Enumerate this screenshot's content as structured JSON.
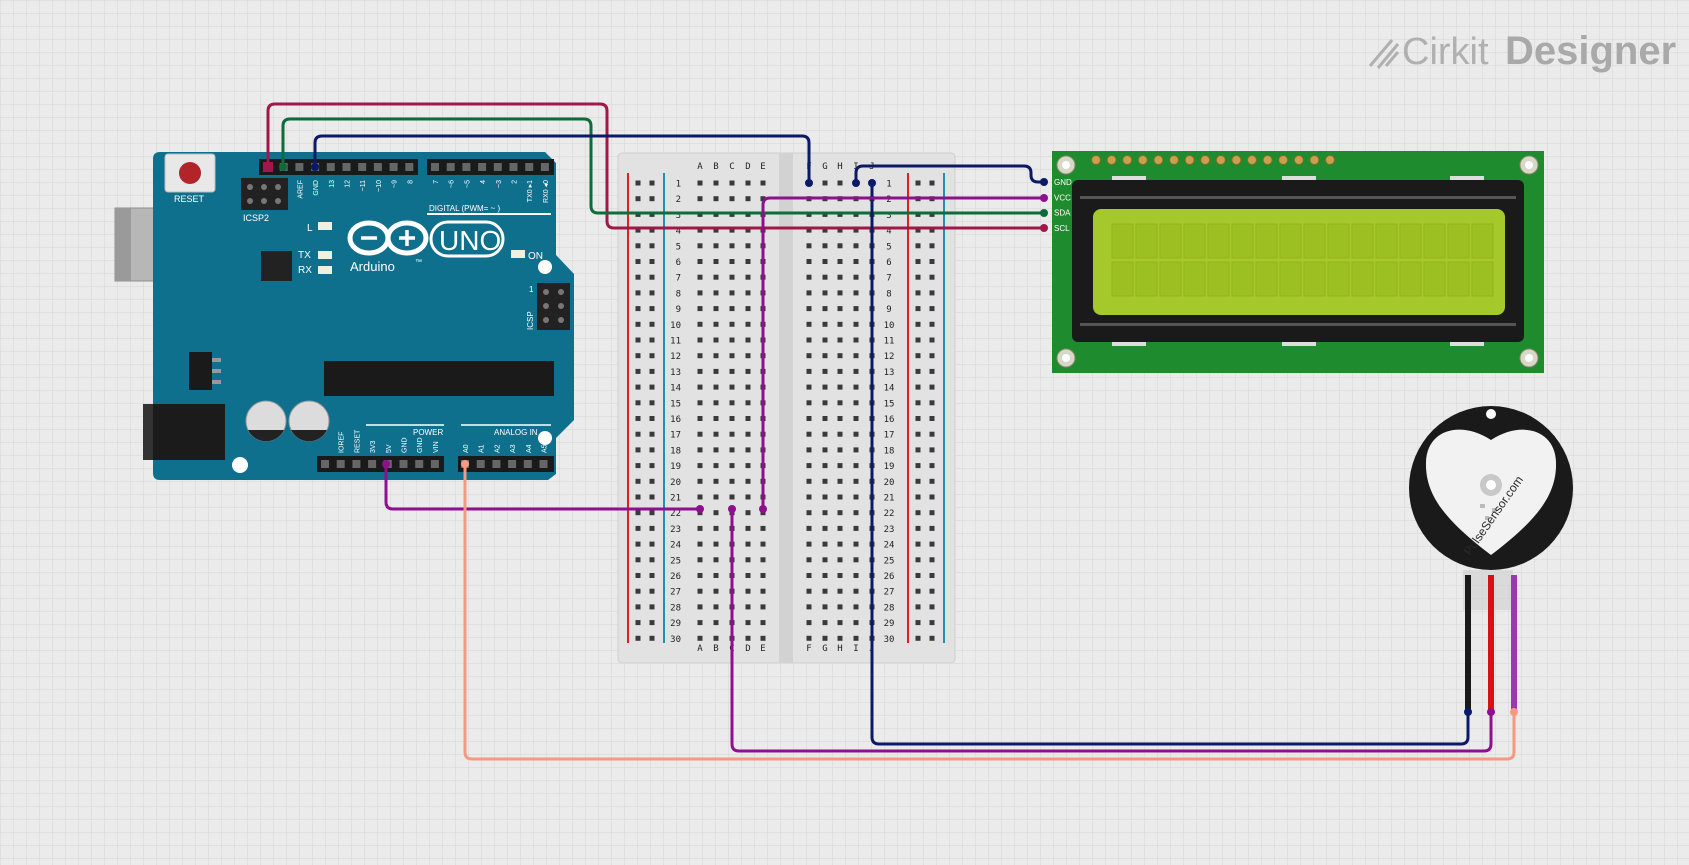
{
  "brand": {
    "name_light": "Cirkit",
    "name_bold": "Designer"
  },
  "colors": {
    "wire_red": "#a0184a",
    "wire_green": "#0e6b3a",
    "wire_navy": "#0b1a66",
    "wire_purple": "#8e108e",
    "wire_salmon": "#f59a80",
    "board_blue": "#0f708e",
    "lcd_green": "#1e8b2e",
    "lcd_screen": "#a5c82a"
  },
  "arduino": {
    "reset_label": "RESET",
    "icsp2_label": "ICSP2",
    "icsp_label": "ICSP",
    "l_label": "L",
    "tx_label": "TX",
    "rx_label": "RX",
    "on_label": "ON",
    "brand_label": "Arduino",
    "model_label": "UNO",
    "tm": "™",
    "digital_label": "DIGITAL (PWM= ~ )",
    "power_label": "POWER",
    "analog_label": "ANALOG IN",
    "icsp_pin1": "1",
    "top_pins": [
      "AREF",
      "GND",
      "13",
      "12",
      "~11",
      "~10",
      "~9",
      "8",
      "7",
      "~6",
      "~5",
      "4",
      "~3",
      "2",
      "TX0 ▸1",
      "RX0 ◂0"
    ],
    "power_pins": [
      "IOREF",
      "RESET",
      "3V3",
      "5V",
      "GND",
      "GND",
      "VIN"
    ],
    "analog_pins": [
      "A0",
      "A1",
      "A2",
      "A3",
      "A4",
      "A5"
    ]
  },
  "breadboard": {
    "left_cols": [
      "A",
      "B",
      "C",
      "D",
      "E"
    ],
    "right_cols": [
      "F",
      "G",
      "H",
      "I",
      "J"
    ],
    "rows": [
      "1",
      "2",
      "3",
      "4",
      "5",
      "6",
      "7",
      "8",
      "9",
      "10",
      "11",
      "12",
      "13",
      "14",
      "15",
      "16",
      "17",
      "18",
      "19",
      "20",
      "21",
      "22",
      "23",
      "24",
      "25",
      "26",
      "27",
      "28",
      "29",
      "30"
    ]
  },
  "lcd": {
    "pins": [
      "GND",
      "VCC",
      "SDA",
      "SCL"
    ]
  },
  "sensor": {
    "watermark": "PulseSensor.com"
  }
}
